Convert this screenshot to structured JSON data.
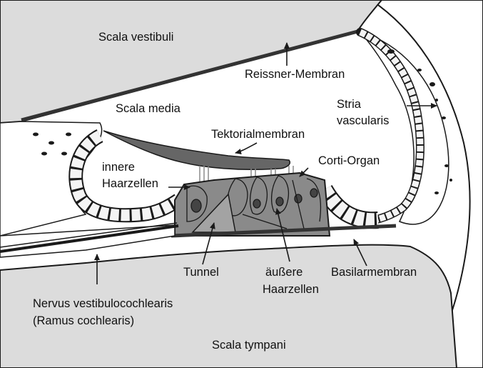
{
  "labels": {
    "scala_vestibuli": "Scala vestibuli",
    "reissner": "Reissner-Membran",
    "scala_media": "Scala media",
    "stria_1": "Stria",
    "stria_2": "vascularis",
    "tektorial": "Tektorialmembran",
    "corti": "Corti-Organ",
    "innere_1": "innere",
    "innere_2": "Haarzellen",
    "tunnel": "Tunnel",
    "aeussere_1": "äußere",
    "aeussere_2": "Haarzellen",
    "basilar": "Basilarmembran",
    "nervus_1": "Nervus vestibulocochlearis",
    "nervus_2": "(Ramus cochlearis)",
    "scala_tympani": "Scala tympani"
  },
  "colors": {
    "bone": "#dcdcdc",
    "membrane": "#666666",
    "organ": "#8a8a8a",
    "cell": "#f4f4f4",
    "line": "#1a1a1a"
  }
}
